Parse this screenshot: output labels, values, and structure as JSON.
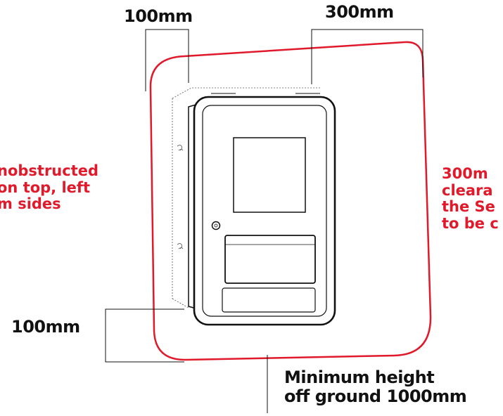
{
  "dimensions": {
    "top_left": "100mm",
    "top_right": "300mm",
    "bottom_left": "100mm"
  },
  "notes": {
    "left": [
      "nobstructed",
      "on top, left",
      "m sides"
    ],
    "right": [
      "300m",
      "cleara",
      "the Se",
      "to be c"
    ],
    "bottom": [
      "Minimum height",
      "off ground 1000mm"
    ]
  },
  "colors": {
    "accent_red": "#e0192b",
    "line": "#111111",
    "clearance_outline": "#e0192b"
  }
}
